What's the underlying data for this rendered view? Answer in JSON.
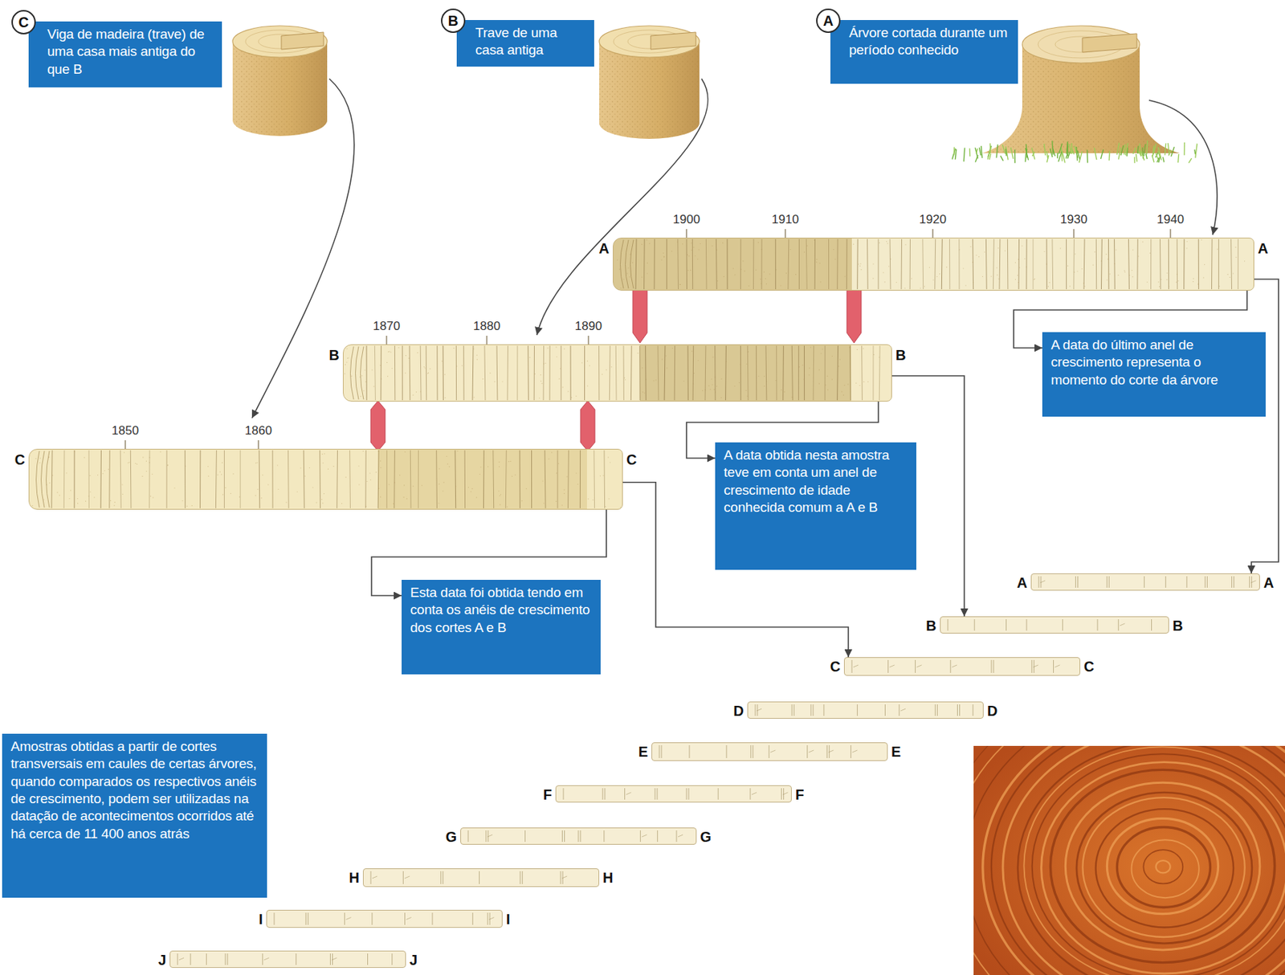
{
  "diagram": {
    "nodes": [
      {
        "text": [
          "C"
        ]
      },
      {
        "text": [
          "Viga de madeira (trave) de uma casa mais antiga do que B"
        ]
      },
      {
        "text": [
          "B"
        ]
      },
      {
        "text": [
          "Trave de uma casa antiga"
        ]
      },
      {
        "text": [
          "A"
        ]
      },
      {
        "text": [
          "Árvore cortada durante um período conhecido"
        ]
      },
      {
        "text": [
          "A",
          "A"
        ]
      },
      {
        "text": [
          "A data do último anel de crescimento representa o momento do corte da árvore"
        ]
      },
      {
        "text": [
          "B",
          "B"
        ]
      },
      {
        "text": [
          "A data obtida nesta amostra teve em conta um anel de crescimento de idade conhecida comum a A e B"
        ]
      },
      {
        "text": [
          "C",
          "C"
        ]
      },
      {
        "text": [
          "Esta data foi obtida tendo em conta os anéis de crescimento dos cortes A e B"
        ]
      },
      {
        "text": [
          "A",
          "A"
        ]
      },
      {
        "text": [
          "B",
          "B"
        ]
      },
      {
        "text": [
          "C",
          "C"
        ]
      },
      {
        "text": [
          "D",
          "D"
        ]
      },
      {
        "text": [
          "E",
          "E"
        ]
      },
      {
        "text": [
          "F",
          "F"
        ]
      },
      {
        "text": [
          "G",
          "G"
        ]
      },
      {
        "text": [
          "H",
          "H"
        ]
      },
      {
        "text": [
          "I",
          "I"
        ]
      },
      {
        "text": [
          "J",
          "J"
        ]
      },
      {
        "text": [
          "Amostras obtidas a partir de cortes transversais em caules de certas árvores, quando comparados os respectivos anéis de crescimento, podem ser utilizadas na datação de acontecimentos ocorridos até há cerca de 11 400 anos atrás"
        ]
      }
    ],
    "edges": [
      {
        "from": 6,
        "to": 7,
        "arrow": "to"
      },
      {
        "from": 6,
        "to": 12,
        "arrow": "to"
      },
      {
        "from": 8,
        "to": 9,
        "arrow": "to"
      },
      {
        "from": 8,
        "to": 13,
        "arrow": "to"
      },
      {
        "from": 10,
        "to": 11,
        "arrow": "to"
      },
      {
        "from": 10,
        "to": 14,
        "arrow": "to"
      }
    ],
    "labels": [
      "1900",
      "1910",
      "1920",
      "1930",
      "1940",
      "1870",
      "1880",
      "1890",
      "1850",
      "1860"
    ]
  }
}
